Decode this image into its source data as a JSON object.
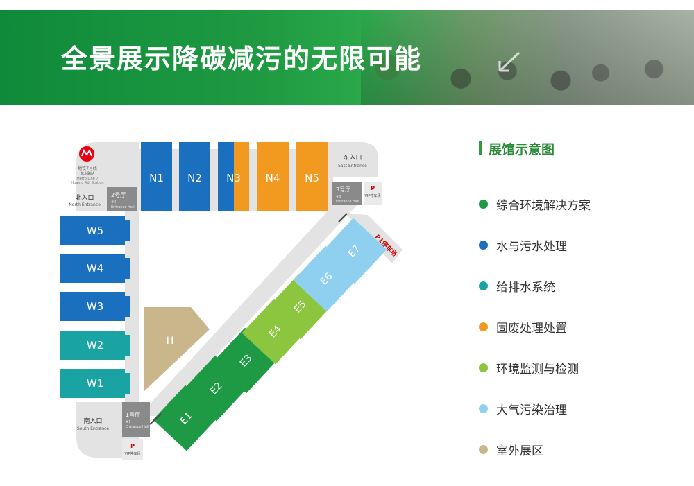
{
  "banner": {
    "title": "全景展示降碳减污的无限可能"
  },
  "map": {
    "metro": {
      "line": "地铁7号线",
      "station_cn": "花木路站",
      "line_en": "Metro Line 7",
      "station_en": "Huamu Rd. Station"
    },
    "halls": {
      "N1": "N1",
      "N2": "N2",
      "N3": "N3",
      "N4": "N4",
      "N5": "N5",
      "W1": "W1",
      "W2": "W2",
      "W3": "W3",
      "W4": "W4",
      "W5": "W5",
      "E1": "E1",
      "E2": "E2",
      "E3": "E3",
      "E4": "E4",
      "E5": "E5",
      "E6": "E6",
      "E7": "E7",
      "H": "H"
    },
    "entrances": {
      "north": {
        "cn": "北入口",
        "en": "North Entrance"
      },
      "east": {
        "cn": "东入口",
        "en": "East Entrance"
      },
      "south": {
        "cn": "南入口",
        "en": "South Entrance"
      }
    },
    "entrance_halls": {
      "hall2": {
        "cn": "2号厅",
        "code": "#2",
        "en": "Entrance Hall"
      },
      "hall3": {
        "cn": "3号厅",
        "code": "#3",
        "en": "Entrance Hall"
      },
      "hall1": {
        "cn": "1号厅",
        "code": "#1",
        "en": "Entrance Hall"
      }
    },
    "parking": {
      "p_icon": "P",
      "vip": "VIP停车场",
      "p1": "P1停车场"
    }
  },
  "legend": {
    "title": "展馆示意图",
    "items": [
      {
        "label": "综合环境解决方案",
        "color": "#1f9a44"
      },
      {
        "label": "水与污水处理",
        "color": "#1a6fbf"
      },
      {
        "label": "给排水系统",
        "color": "#1aa3a3"
      },
      {
        "label": "固废处理处置",
        "color": "#f29a20"
      },
      {
        "label": "环境监测与检测",
        "color": "#8cc63f"
      },
      {
        "label": "大气污染治理",
        "color": "#8fd0f0"
      },
      {
        "label": "室外展区",
        "color": "#c9b68a"
      }
    ]
  },
  "colors": {
    "comprehensive": "#1f9a44",
    "water": "#1a6fbf",
    "drainage": "#1aa3a3",
    "solid_waste": "#f29a20",
    "monitoring": "#8cc63f",
    "air": "#8fd0f0",
    "outdoor": "#c9b68a",
    "entrance_gray": "#8a8a8a",
    "road": "#e3e3e3"
  }
}
